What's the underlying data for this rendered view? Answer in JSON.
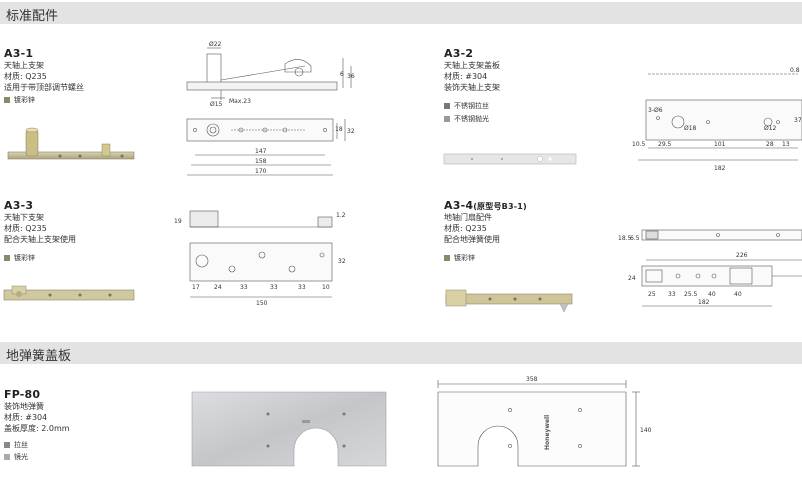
{
  "sections": [
    {
      "title": "标准配件"
    },
    {
      "title": "地弹簧盖板"
    }
  ],
  "products": {
    "a31": {
      "code": "A3-1",
      "lines": [
        "天轴上支架",
        "材质: Q235",
        "适用于带顶部调节螺丝"
      ],
      "finishes": [
        {
          "label": "镀彩锌",
          "color": "#8a8a6a"
        }
      ]
    },
    "a32": {
      "code": "A3-2",
      "lines": [
        "天轴上支架盖板",
        "材质: #304",
        "装饰天轴上支架"
      ],
      "finishes": [
        {
          "label": "不锈钢拉丝",
          "color": "#777777"
        },
        {
          "label": "不锈钢抛光",
          "color": "#999999"
        }
      ]
    },
    "a33": {
      "code": "A3-3",
      "lines": [
        "天轴下支架",
        "材质: Q235",
        "配合天轴上支架使用"
      ],
      "finishes": [
        {
          "label": "镀彩锌",
          "color": "#8a8a6a"
        }
      ]
    },
    "a34": {
      "code": "A3-4",
      "code_note": "(原型号B3-1)",
      "lines": [
        "地轴门扇配件",
        "材质: Q235",
        "配合地弹簧使用"
      ],
      "finishes": [
        {
          "label": "镀彩锌",
          "color": "#8a8a6a"
        }
      ]
    },
    "fp80": {
      "code": "FP-80",
      "lines": [
        "装饰地弹簧",
        "材质: #304",
        "盖板厚度: 2.0mm"
      ],
      "finishes": [
        {
          "label": "拉丝",
          "color": "#888888"
        },
        {
          "label": "镜光",
          "color": "#aaaaaa"
        }
      ]
    }
  },
  "dims": {
    "a31": {
      "d22": "Ø22",
      "d15": "Ø15",
      "max": "Max.23",
      "h6": "6",
      "h36": "36",
      "h18": "18",
      "h32": "32",
      "w147": "147",
      "w158": "158",
      "w170": "170"
    },
    "a32": {
      "r6": "3-Ø6",
      "d18": "Ø18",
      "d12": "Ø12",
      "t08": "0.8",
      "h37": "37",
      "w105": "10.5",
      "w295": "29.5",
      "w101": "101",
      "w28": "28",
      "w13": "13",
      "w182": "182"
    },
    "a33": {
      "h19": "19",
      "h12": "1.2",
      "h32": "32",
      "w17": "17",
      "w24": "24",
      "w33a": "33",
      "w33b": "33",
      "w33c": "33",
      "w10": "10",
      "w150": "150"
    },
    "a34": {
      "h185": "18.5",
      "h65": "6.5",
      "h24": "24",
      "w226": "226",
      "w25": "25",
      "w33": "33",
      "w255": "25.5",
      "w40a": "40",
      "w40b": "40",
      "w182": "182"
    },
    "fp80": {
      "w358": "358",
      "h140": "140",
      "brand": "Honeywell"
    }
  }
}
